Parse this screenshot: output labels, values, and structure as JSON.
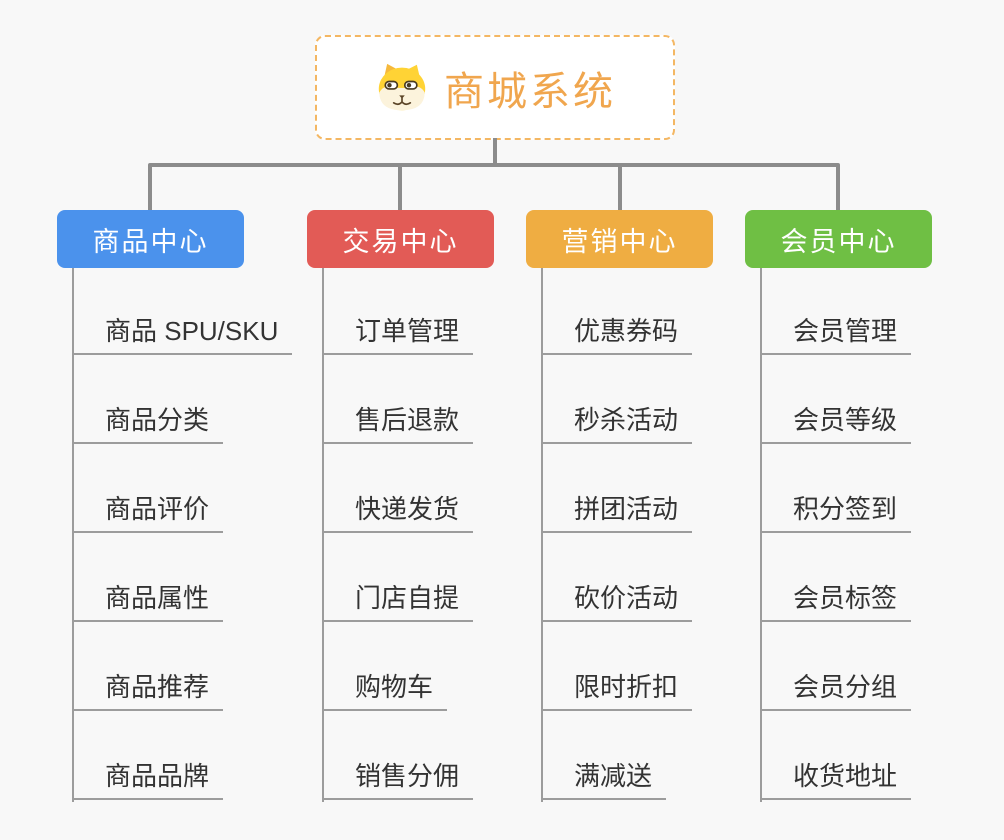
{
  "page": {
    "background": "#f8f8f8",
    "connector_color": "#8c8c8c",
    "leaf_line_color": "#9c9c9c"
  },
  "root": {
    "title": "商城系统",
    "icon": "shiba-dog-icon",
    "title_color": "#f0a64e",
    "border_color": "#f4b763"
  },
  "branches": [
    {
      "label": "商品中心",
      "color": "#4b92ec",
      "items": [
        "商品 SPU/SKU",
        "商品分类",
        "商品评价",
        "商品属性",
        "商品推荐",
        "商品品牌"
      ]
    },
    {
      "label": "交易中心",
      "color": "#e25b56",
      "items": [
        "订单管理",
        "售后退款",
        "快递发货",
        "门店自提",
        "购物车",
        "销售分佣"
      ]
    },
    {
      "label": "营销中心",
      "color": "#efad42",
      "items": [
        "优惠券码",
        "秒杀活动",
        "拼团活动",
        "砍价活动",
        "限时折扣",
        "满减送"
      ]
    },
    {
      "label": "会员中心",
      "color": "#6fbf44",
      "items": [
        "会员管理",
        "会员等级",
        "积分签到",
        "会员标签",
        "会员分组",
        "收货地址"
      ]
    }
  ]
}
